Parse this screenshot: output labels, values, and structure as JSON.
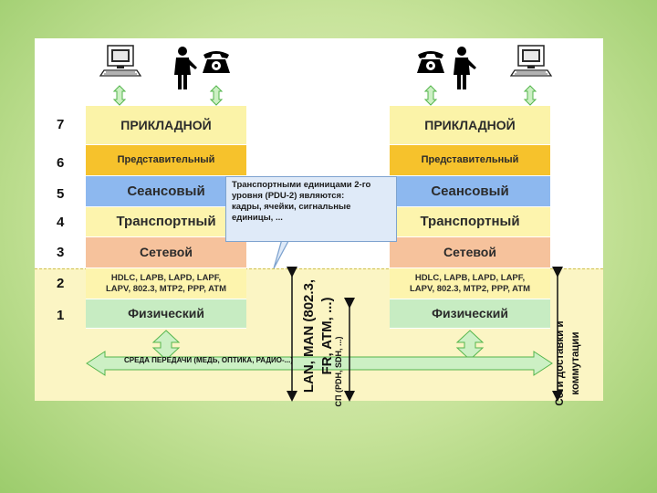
{
  "layer_numbers": [
    "7",
    "6",
    "5",
    "4",
    "3",
    "2",
    "1"
  ],
  "stack": {
    "application": "ПРИКЛАДНОЙ",
    "presentation": "Представительный",
    "session": "Сеансовый",
    "transport": "Транспортный",
    "network": "Сетевой",
    "datalink_line1": "HDLC, LAPB, LAPD, LAPF,",
    "datalink_line2": "LAPV, 802.3, MTP2, PPP, ATM",
    "physical": "Физический"
  },
  "callout": {
    "line1": "Транспортными единицами 2-го",
    "line2": "уровня (PDU-2) являются:",
    "line3": "кадры, ячейки, сигнальные",
    "line4": "единицы, ..."
  },
  "medium_label": "СРЕДА ПЕРЕДАЧИ (МЕДЬ, ОПТИКА, РАДИО-...)",
  "lan_label_line1": "LAN, MAN (802.3,",
  "lan_label_line2": "FR, ATM, ...)",
  "sp_label": "СП (PDH, SDH, ...)",
  "net_label_line1": "Сети доставки и",
  "net_label_line2": "коммутации",
  "icons": [
    "computer-icon",
    "person-icon",
    "telephone-icon"
  ],
  "colors": {
    "application": "#fbf3a8",
    "presentation": "#f6c22c",
    "session": "#8db8ef",
    "transport": "#fdf4ad",
    "network": "#f6c29c",
    "datalink": "#fdf4ad",
    "physical": "#c7ecc2",
    "arrow": "#ccf0c4",
    "callout": "#dfeaf8"
  }
}
